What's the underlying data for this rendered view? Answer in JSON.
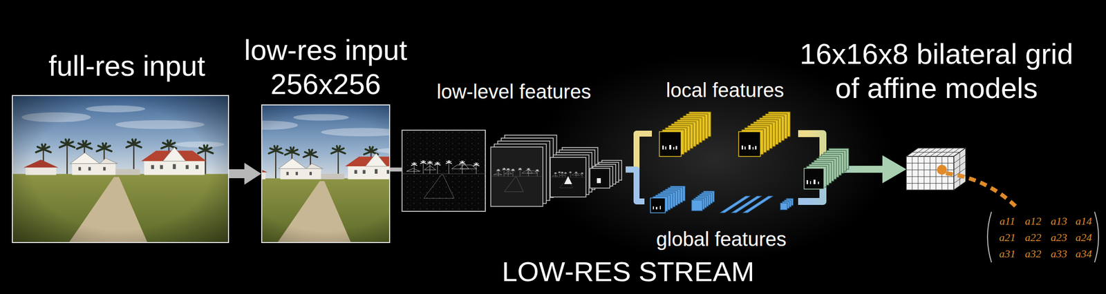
{
  "diagram": {
    "nodes": [
      {
        "text": [
          "full-res input"
        ]
      },
      {
        "text": [
          "low-res input 256x256"
        ]
      },
      {
        "text": [
          "low-level features"
        ]
      },
      {
        "text": [
          "local features"
        ]
      },
      {
        "text": [
          "global features"
        ]
      },
      {
        "text": [
          "16x16x8 bilateral grid of affine models"
        ]
      }
    ],
    "edges": [
      {
        "from": 0,
        "to": 1,
        "arrow": "to"
      },
      {
        "from": 1,
        "to": 2,
        "arrow": "none"
      },
      {
        "from": 2,
        "to": 3,
        "arrow": "none"
      },
      {
        "from": 2,
        "to": 4,
        "arrow": "none"
      },
      {
        "from": 3,
        "to": 5,
        "arrow": "to"
      },
      {
        "from": 4,
        "to": 5,
        "arrow": "to"
      }
    ],
    "labels": [
      "LOW-RES STREAM",
      "a11",
      "a12",
      "a13",
      "a14",
      "a21",
      "a22",
      "a23",
      "a24",
      "a31",
      "a32",
      "a33",
      "a34"
    ]
  }
}
